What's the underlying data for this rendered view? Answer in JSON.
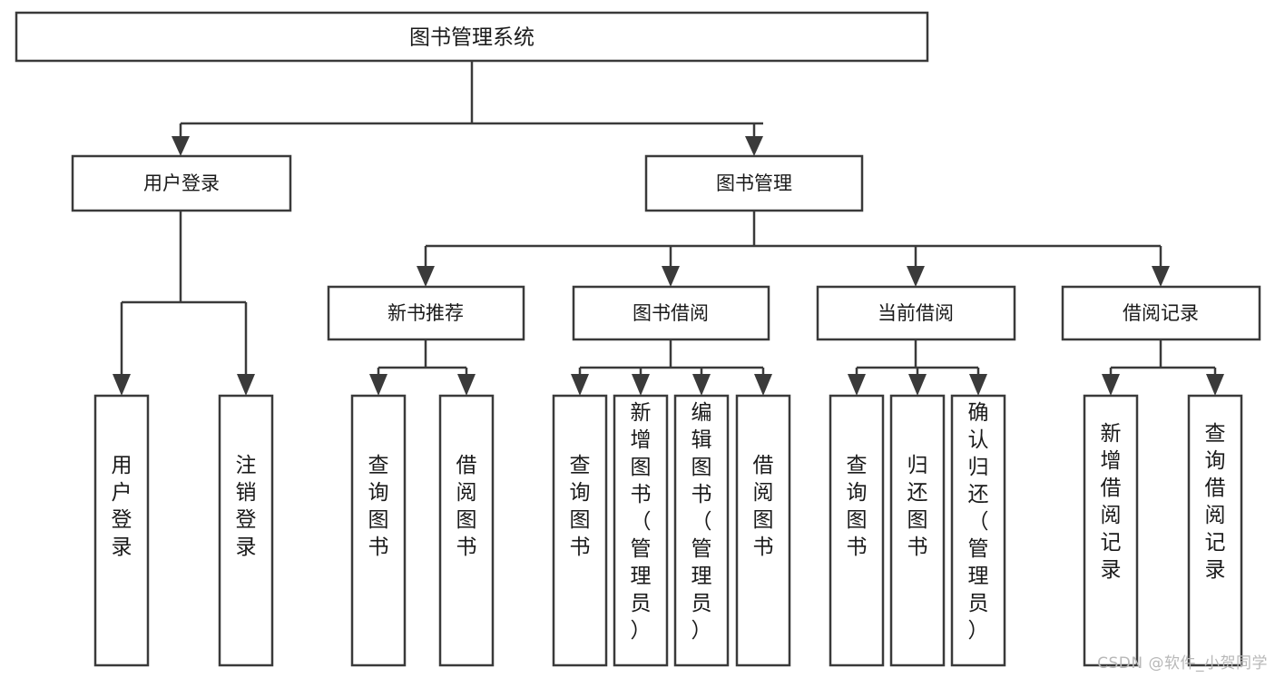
{
  "diagram": {
    "title": "图书管理系统",
    "type": "tree",
    "watermark": "CSDN @软件_小贺同学",
    "colors": {
      "box_stroke": "#3a3a3a",
      "box_fill": "#ffffff",
      "text": "#1a1a1a",
      "background": "#ffffff",
      "watermark": "#b8b8b8"
    },
    "root": {
      "label": "图书管理系统"
    },
    "level2": [
      {
        "label": "用户登录"
      },
      {
        "label": "图书管理"
      }
    ],
    "level3": [
      {
        "label": "新书推荐"
      },
      {
        "label": "图书借阅"
      },
      {
        "label": "当前借阅"
      },
      {
        "label": "借阅记录"
      }
    ],
    "leaves": {
      "user_login": [
        {
          "label": "用户登录"
        },
        {
          "label": "注销登录"
        }
      ],
      "new_book_recommend": [
        {
          "label": "查询图书"
        },
        {
          "label": "借阅图书"
        }
      ],
      "book_borrow": [
        {
          "label": "查询图书"
        },
        {
          "label": "新增图书（管理员）"
        },
        {
          "label": "编辑图书（管理员）"
        },
        {
          "label": "借阅图书"
        }
      ],
      "current_borrow": [
        {
          "label": "查询图书"
        },
        {
          "label": "归还图书"
        },
        {
          "label": "确认归还（管理员）"
        }
      ],
      "borrow_record": [
        {
          "label": "新增借阅记录"
        },
        {
          "label": "查询借阅记录"
        }
      ]
    }
  }
}
